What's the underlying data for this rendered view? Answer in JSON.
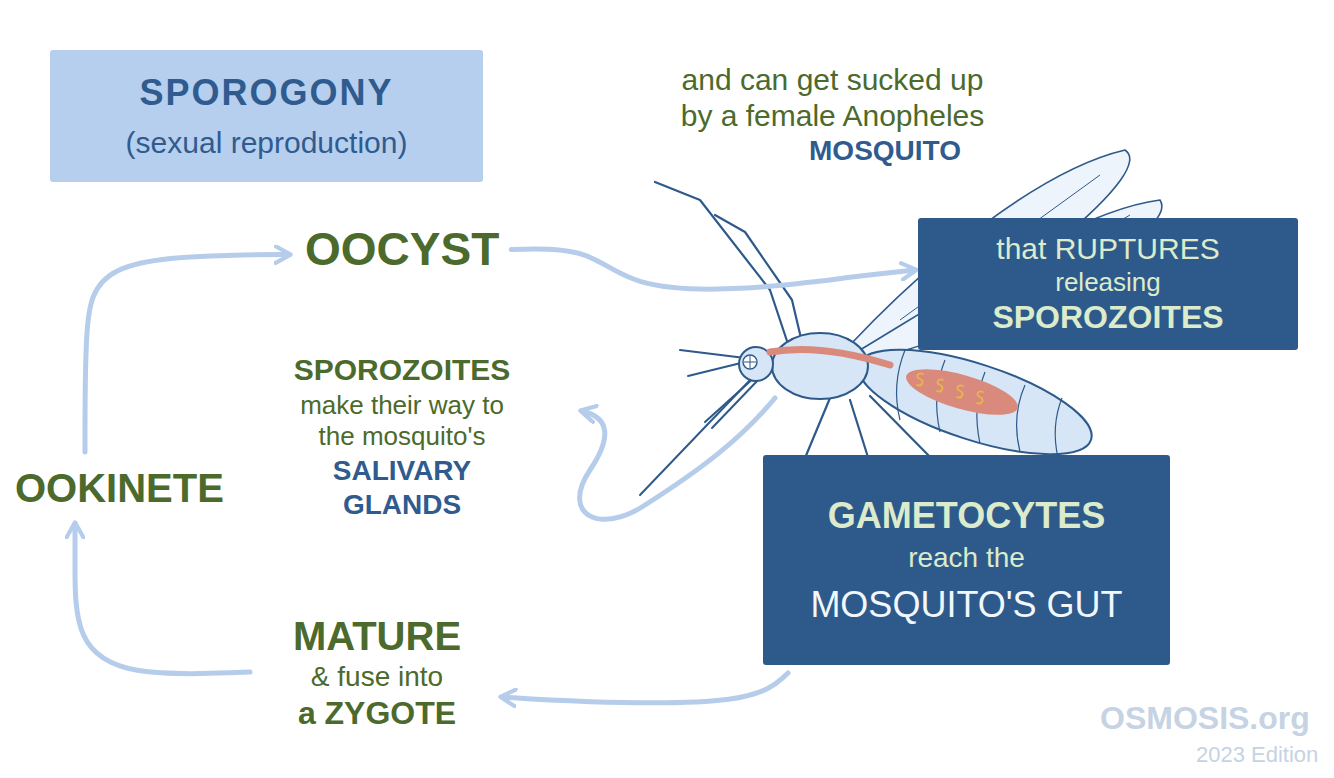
{
  "diagram": {
    "nodes": [
      {
        "text": [
          "SPOROGONY",
          "(sexual reproduction)"
        ]
      },
      {
        "text": [
          "and can get sucked up by a female Anopheles",
          "MOSQUITO"
        ]
      },
      {
        "text": [
          "OOCYST"
        ]
      },
      {
        "text": [
          "that RUPTURES",
          "releasing",
          "SPOROZOITES"
        ]
      },
      {
        "text": [
          "SPOROZOITES",
          "make their way to the mosquito's",
          "SALIVARY GLANDS"
        ]
      },
      {
        "text": [
          "OOKINETE"
        ]
      },
      {
        "text": [
          "GAMETOCYTES",
          "reach the",
          "MOSQUITO'S GUT"
        ]
      },
      {
        "text": [
          "MATURE",
          "& fuse into",
          "a ZYGOTE"
        ]
      }
    ],
    "edges": [
      {
        "from": 2,
        "to": 3,
        "arrow": "to"
      },
      {
        "from": 6,
        "to": 7,
        "arrow": "to"
      },
      {
        "from": 7,
        "to": 5,
        "arrow": "to"
      },
      {
        "from": 5,
        "to": 2,
        "arrow": "to"
      }
    ],
    "labels": [
      "OSMOSIS.org",
      "2023 Edition"
    ]
  }
}
